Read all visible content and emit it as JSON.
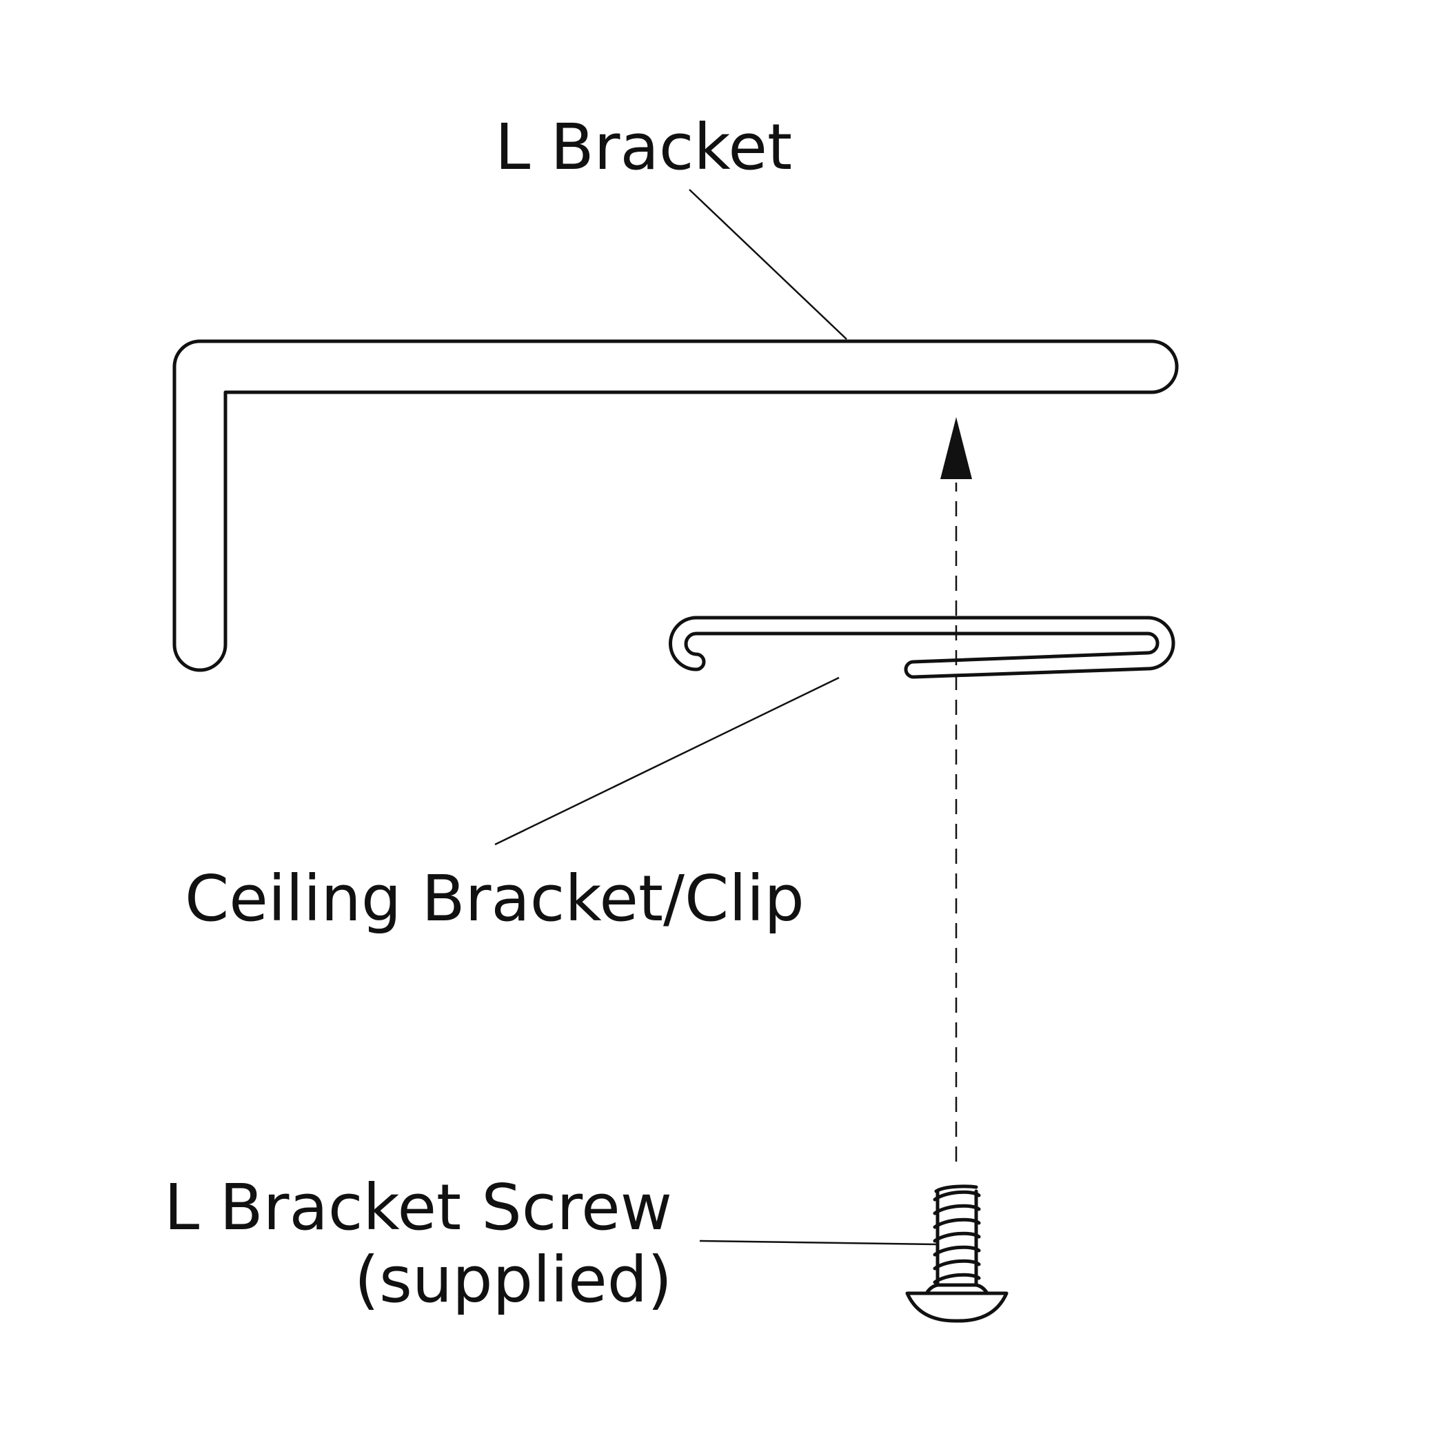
{
  "labels": {
    "l_bracket": "L Bracket",
    "ceiling_bracket": "Ceiling Bracket/Clip",
    "screw_line1": "L Bracket Screw",
    "screw_line2": "(supplied)"
  },
  "colors": {
    "ink": "#111111",
    "background": "#ffffff"
  }
}
